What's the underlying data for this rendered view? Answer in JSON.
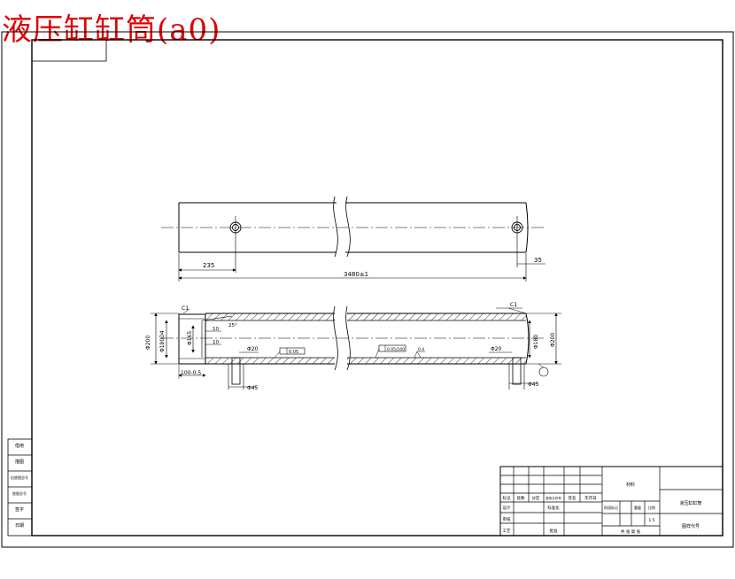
{
  "title": "液压缸缸筒(a0)",
  "colors": {
    "line": "#000000",
    "title": "#e00000",
    "center_line": "#000000"
  },
  "dimensions": {
    "left_offset": "235",
    "total_length": "3480±1",
    "right_offset": "35",
    "chamfer_left": "C1",
    "chamfer_right": "C1",
    "outer_dia_left": "Φ200",
    "bore_left": "Φ180D4",
    "inner_dia_mark": "Φ165",
    "inner_step_a": "10",
    "inner_step_b": "10",
    "angle": "25°",
    "end_length": "100-0.5",
    "port_left_dia": "Φ20",
    "port_left_boss": "Φ45",
    "port_right_dia": "Φ20",
    "port_right_boss": "Φ45",
    "bore_right": "Φ180",
    "outer_dia_right": "Φ200",
    "tolerance_box_1": "0.05",
    "tolerance_box_2": "0.05/100",
    "surface_mark": "0.4"
  },
  "title_block": {
    "left_labels": [
      "借用",
      "描图",
      "旧底图总号",
      "底图总号",
      "签字",
      "日期"
    ],
    "revision_headers": [
      "标记",
      "处数",
      "分区",
      "更改文件号",
      "签名",
      "年月日"
    ],
    "approval_labels": [
      "设计",
      "标准化",
      "审核",
      "工艺",
      "批准"
    ],
    "stage_labels": [
      "阶段标记",
      "重量",
      "比例"
    ],
    "scale": "1:5",
    "material": "材料",
    "drawing_name": "液压缸缸筒",
    "drawing_number": "图样代号",
    "sheet_info": "共 张 第 张"
  }
}
